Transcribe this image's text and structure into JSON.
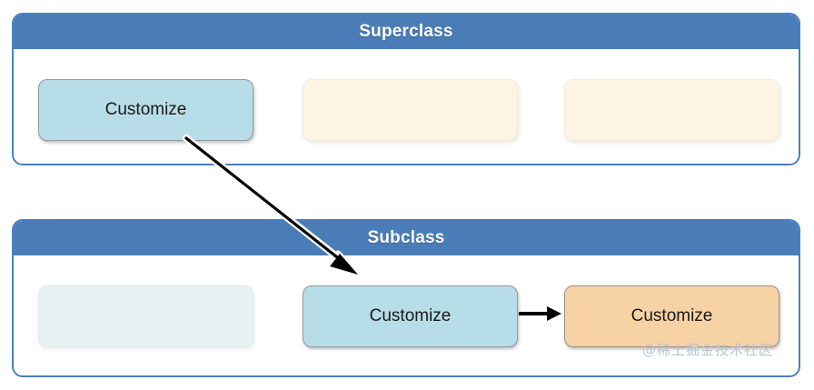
{
  "diagram": {
    "type": "class-inheritance-diagram",
    "panels": [
      {
        "id": "superclass",
        "title": "Superclass",
        "members": [
          {
            "label": "Customize",
            "style": "blue"
          },
          {
            "label": "",
            "style": "cream"
          },
          {
            "label": "",
            "style": "cream"
          }
        ]
      },
      {
        "id": "subclass",
        "title": "Subclass",
        "members": [
          {
            "label": "",
            "style": "paleblue"
          },
          {
            "label": "Customize",
            "style": "blue"
          },
          {
            "label": "Customize",
            "style": "orange"
          }
        ]
      }
    ],
    "connectors": [
      {
        "name": "inheritance-arrow",
        "from": "superclass.member.0",
        "to": "subclass.member.1",
        "kind": "diagonal-arrow"
      },
      {
        "name": "override-arrow",
        "from": "subclass.member.1",
        "to": "subclass.member.2",
        "kind": "horizontal-arrow"
      }
    ]
  },
  "watermark": {
    "text": "@稀土掘金技术社区"
  },
  "colors": {
    "header_blue": "#4a7cb8",
    "panel_border": "#4a7fbf",
    "box_blue": "#b7dde8",
    "box_cream": "#fdf4e4",
    "box_paleblue": "#e7f2f2",
    "box_orange": "#f7d2a4",
    "arrow": "#000000",
    "watermark": "#b9c3cf",
    "page_background": "#ffffff"
  }
}
